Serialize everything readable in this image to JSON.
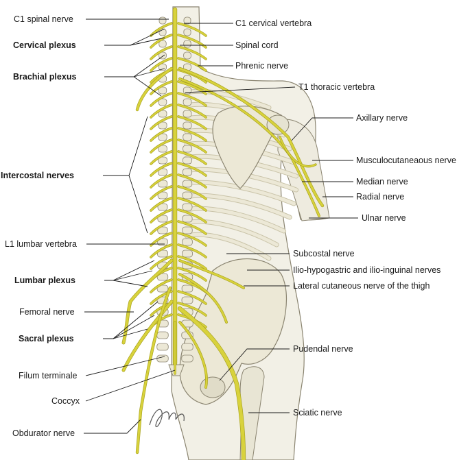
{
  "diagram": {
    "left_labels": {
      "c1_spinal_nerve": "C1 spinal nerve",
      "cervical_plexus": "Cervical plexus",
      "brachial_plexus": "Brachial plexus",
      "intercostal_nerves": "Intercostal nerves",
      "l1_lumbar_vertebra": "L1 lumbar vertebra",
      "lumbar_plexus": "Lumbar plexus",
      "femoral_nerve": "Femoral nerve",
      "sacral_plexus": "Sacral plexus",
      "filum_terminale": "Filum terminale",
      "coccyx": "Coccyx",
      "obdurator_nerve": "Obdurator nerve"
    },
    "right_labels": {
      "c1_cervical_vertebra": "C1 cervical vertebra",
      "spinal_cord": "Spinal cord",
      "phrenic_nerve": "Phrenic nerve",
      "t1_thoracic_vertebra": "T1 thoracic vertebra",
      "axillary_nerve": "Axillary nerve",
      "musculocutaneous_nerve": "Musculocutaneaous nerve",
      "median_nerve": "Median nerve",
      "radial_nerve": "Radial nerve",
      "ulnar_nerve": "Ulnar nerve",
      "subcostal_nerve": "Subcostal nerve",
      "ilio_nerves": "Ilio-hypogastric and ilio-inguinal nerves",
      "lateral_cutaneous_nerve": "Lateral cutaneous nerve of the thigh",
      "pudendal_nerve": "Pudendal nerve",
      "sciatic_nerve": "Sciatic nerve"
    },
    "colors": {
      "nerve": "#d8d23c",
      "nerve_dark": "#a9a420",
      "bone": "#ece8d6",
      "bone_shadow": "#c9c3a8",
      "body": "#f2f0e6",
      "outline": "#8a8470",
      "leader": "#1a1a1a"
    }
  }
}
